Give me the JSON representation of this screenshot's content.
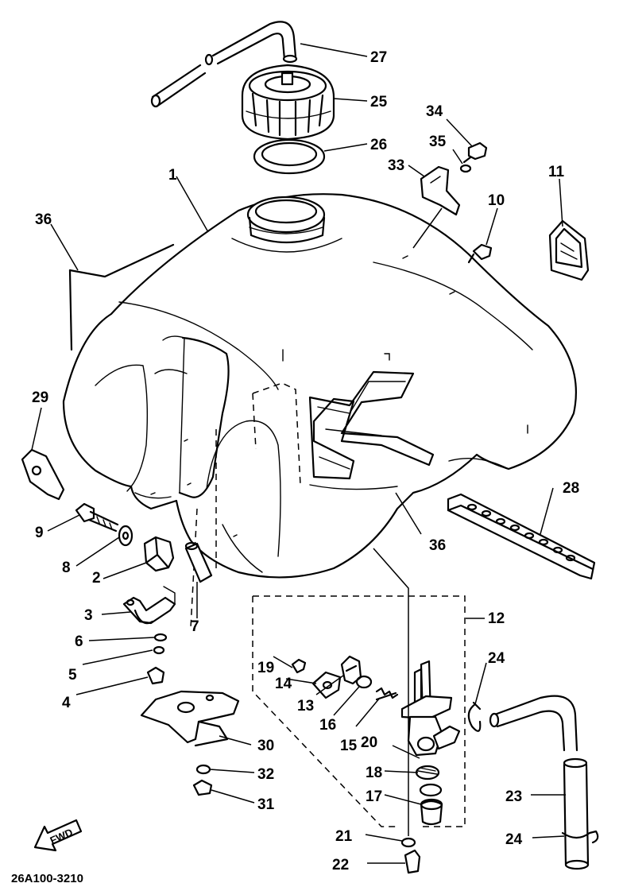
{
  "diagram_code": "26A100-3210",
  "fwd_label": "FWD",
  "callouts": [
    {
      "id": "1",
      "label": "1"
    },
    {
      "id": "2",
      "label": "2"
    },
    {
      "id": "3",
      "label": "3"
    },
    {
      "id": "4",
      "label": "4"
    },
    {
      "id": "5",
      "label": "5"
    },
    {
      "id": "6",
      "label": "6"
    },
    {
      "id": "7",
      "label": "7"
    },
    {
      "id": "8",
      "label": "8"
    },
    {
      "id": "9",
      "label": "9"
    },
    {
      "id": "10",
      "label": "10"
    },
    {
      "id": "11",
      "label": "11"
    },
    {
      "id": "12",
      "label": "12"
    },
    {
      "id": "13",
      "label": "13"
    },
    {
      "id": "14",
      "label": "14"
    },
    {
      "id": "15",
      "label": "15"
    },
    {
      "id": "16",
      "label": "16"
    },
    {
      "id": "17",
      "label": "17"
    },
    {
      "id": "18",
      "label": "18"
    },
    {
      "id": "19",
      "label": "19"
    },
    {
      "id": "20",
      "label": "20"
    },
    {
      "id": "21",
      "label": "21"
    },
    {
      "id": "22",
      "label": "22"
    },
    {
      "id": "23",
      "label": "23"
    },
    {
      "id": "24a",
      "label": "24"
    },
    {
      "id": "24b",
      "label": "24"
    },
    {
      "id": "25",
      "label": "25"
    },
    {
      "id": "26",
      "label": "26"
    },
    {
      "id": "27",
      "label": "27"
    },
    {
      "id": "28",
      "label": "28"
    },
    {
      "id": "29",
      "label": "29"
    },
    {
      "id": "30",
      "label": "30"
    },
    {
      "id": "31",
      "label": "31"
    },
    {
      "id": "32",
      "label": "32"
    },
    {
      "id": "33",
      "label": "33"
    },
    {
      "id": "34",
      "label": "34"
    },
    {
      "id": "35",
      "label": "35"
    },
    {
      "id": "36a",
      "label": "36"
    },
    {
      "id": "36b",
      "label": "36"
    }
  ]
}
